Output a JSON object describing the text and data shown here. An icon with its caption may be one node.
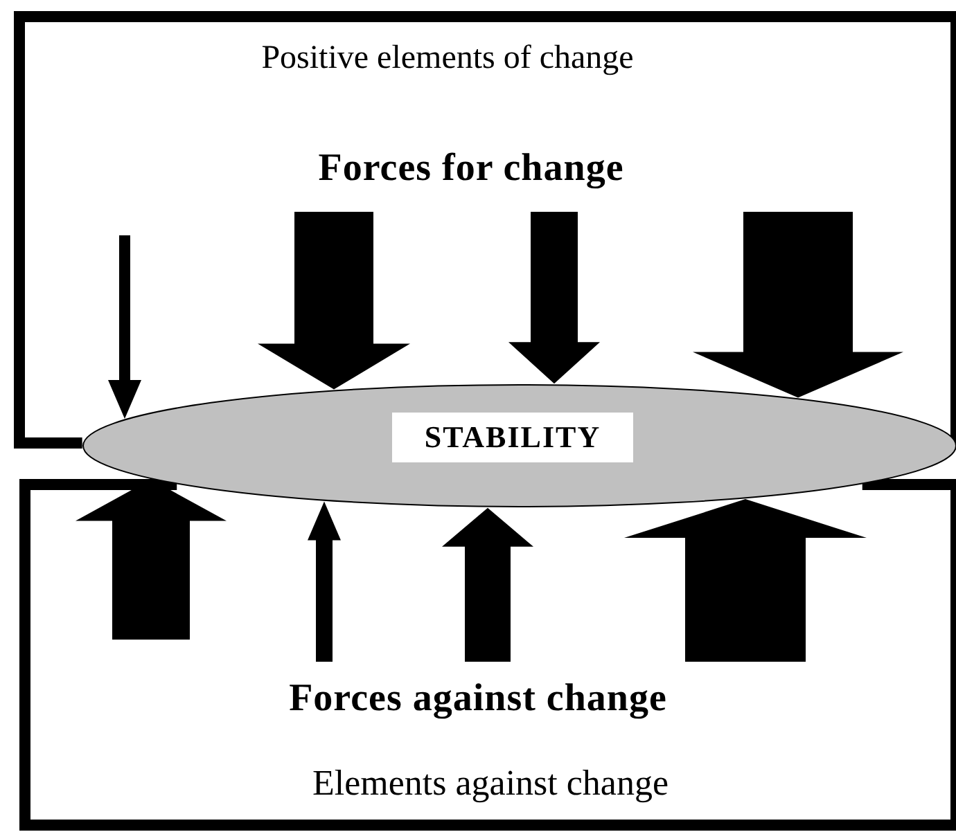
{
  "diagram": {
    "nodes": [
      {
        "text": [
          "Positive elements of change",
          "Forces for change"
        ]
      },
      {
        "text": [
          "Forces against change",
          "Elements against change"
        ]
      },
      {
        "text": [
          "STABILITY"
        ]
      }
    ],
    "edges": [
      {
        "from": null,
        "to": 2,
        "arrow": "to"
      },
      {
        "from": null,
        "to": 2,
        "arrow": "to"
      },
      {
        "from": null,
        "to": 2,
        "arrow": "to"
      },
      {
        "from": null,
        "to": 2,
        "arrow": "to"
      },
      {
        "from": null,
        "to": 2,
        "arrow": "to"
      },
      {
        "from": null,
        "to": 2,
        "arrow": "to"
      },
      {
        "from": null,
        "to": 2,
        "arrow": "to"
      },
      {
        "from": null,
        "to": 2,
        "arrow": "to"
      }
    ]
  }
}
